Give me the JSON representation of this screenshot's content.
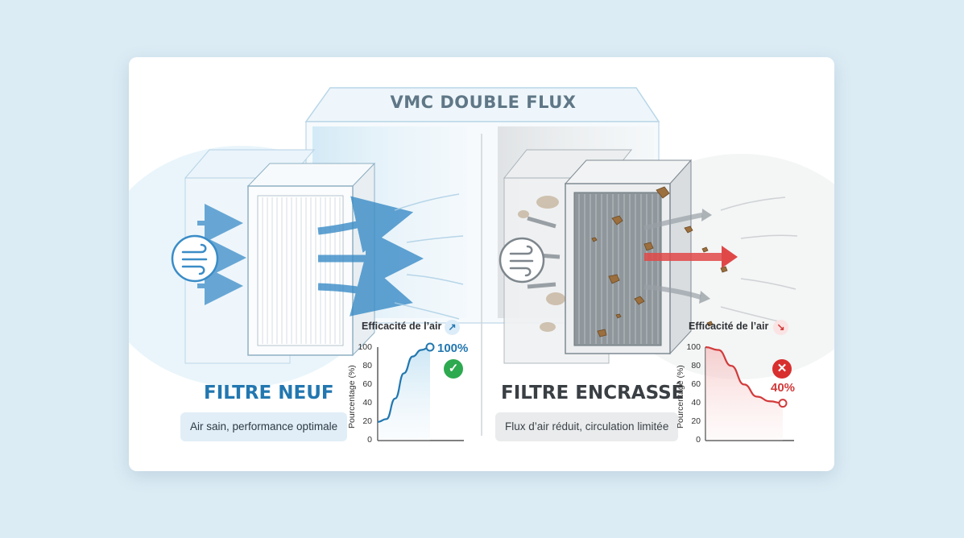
{
  "title": "VMC DOUBLE FLUX",
  "left_panel": {
    "heading": "FILTRE NEUF",
    "caption": "Air sain, performance optimale",
    "chart_title": "Efficacité de l’air",
    "trend_icon": "arrow-up-right-icon",
    "value_label": "100%",
    "status_icon": "check-icon"
  },
  "right_panel": {
    "heading": "FILTRE ENCRASSÉ",
    "caption": "Flux d’air réduit, circulation limitée",
    "chart_title": "Efficacité de l’air",
    "trend_icon": "arrow-down-right-icon",
    "value_label": "40%",
    "status_icon": "cross-icon"
  },
  "colors": {
    "clean_accent": "#2277b0",
    "dirty_accent": "#d23a3a",
    "ok_green": "#2da94f"
  },
  "chart_data": [
    {
      "type": "line",
      "title": "Efficacité de l’air",
      "xlabel": "",
      "ylabel": "Pourcentage (%)",
      "ylim": [
        0,
        100
      ],
      "yticks": [
        "0",
        "20",
        "40",
        "60",
        "80",
        "100"
      ],
      "series": [
        {
          "values": [
            20,
            23,
            45,
            72,
            90,
            97,
            100
          ]
        }
      ],
      "annotations": [
        "100%"
      ]
    },
    {
      "type": "line",
      "title": "Efficacité de l’air",
      "xlabel": "",
      "ylabel": "Pourcentage (%)",
      "ylim": [
        0,
        100
      ],
      "yticks": [
        "0",
        "20",
        "40",
        "60",
        "80",
        "100"
      ],
      "series": [
        {
          "values": [
            100,
            97,
            80,
            60,
            47,
            42,
            40
          ]
        }
      ],
      "annotations": [
        "40%"
      ]
    }
  ]
}
